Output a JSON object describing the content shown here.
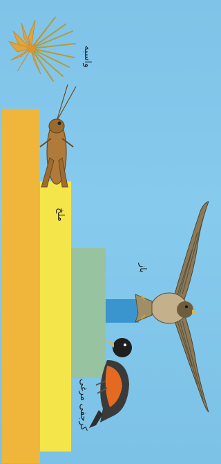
{
  "labels": {
    "grass": "واسبه",
    "grasshopper": "ملخ",
    "bird": "کرجفی مرغی",
    "hawk": "باز"
  },
  "colors": {
    "sky": "#84c8ec",
    "bar_orange": "#f0b63c",
    "bar_yellow": "#f4e64a",
    "bar_green": "#97c3a0",
    "bar_blue": "#3a95cf"
  },
  "icons": [
    "grass-plant-icon",
    "grasshopper-icon",
    "robin-bird-icon",
    "hawk-icon"
  ]
}
